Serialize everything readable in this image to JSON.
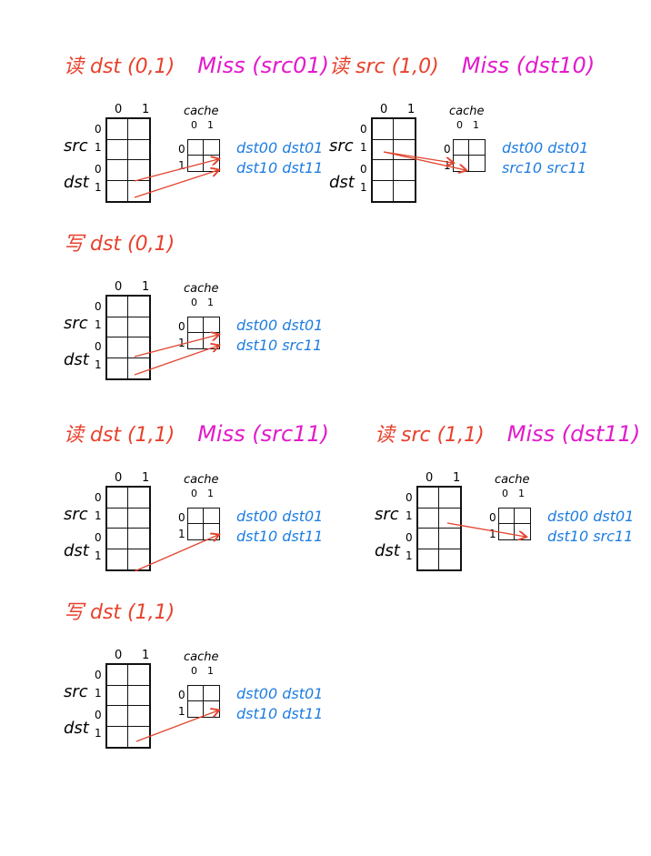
{
  "colors": {
    "title": "#e8412c",
    "miss": "#e21bcc",
    "cache_text": "#1e7de0",
    "arrow": "#e2452f",
    "lines": "#111111"
  },
  "labels": {
    "src": "src",
    "dst": "dst",
    "cache": "cache",
    "col0": "0",
    "col1": "1",
    "row0": "0",
    "row1": "1"
  },
  "panels": [
    {
      "title": "读 dst (0,1)",
      "miss": "Miss (src01)",
      "cache_line0": "dst00 dst01",
      "cache_line1": "dst10 dst11"
    },
    {
      "title": "读 src (1,0)",
      "miss": "Miss (dst10)",
      "cache_line0": "dst00 dst01",
      "cache_line1": "src10 src11"
    },
    {
      "title": "写 dst (0,1)",
      "miss": "",
      "cache_line0": "dst00 dst01",
      "cache_line1": "dst10 src11"
    },
    {
      "title": "读 dst (1,1)",
      "miss": "Miss (src11)",
      "cache_line0": "dst00 dst01",
      "cache_line1": "dst10 dst11"
    },
    {
      "title": "读 src (1,1)",
      "miss": "Miss (dst11)",
      "cache_line0": "dst00 dst01",
      "cache_line1": "dst10 src11"
    },
    {
      "title": "写 dst (1,1)",
      "miss": "",
      "cache_line0": "dst00 dst01",
      "cache_line1": "dst10 dst11"
    }
  ]
}
